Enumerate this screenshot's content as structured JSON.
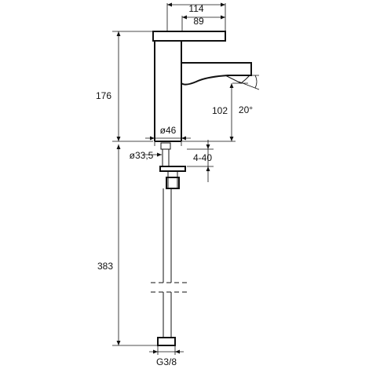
{
  "drawing": {
    "dimensions": {
      "overall_depth": "114",
      "spout_reach": "89",
      "body_height": "176",
      "spout_height": "102",
      "spout_angle": "20°",
      "body_diameter": "ø46",
      "mount_diameter": "ø33,5",
      "deck_thickness": "4-40",
      "hose_length": "383",
      "connection_thread": "G3/8"
    }
  }
}
